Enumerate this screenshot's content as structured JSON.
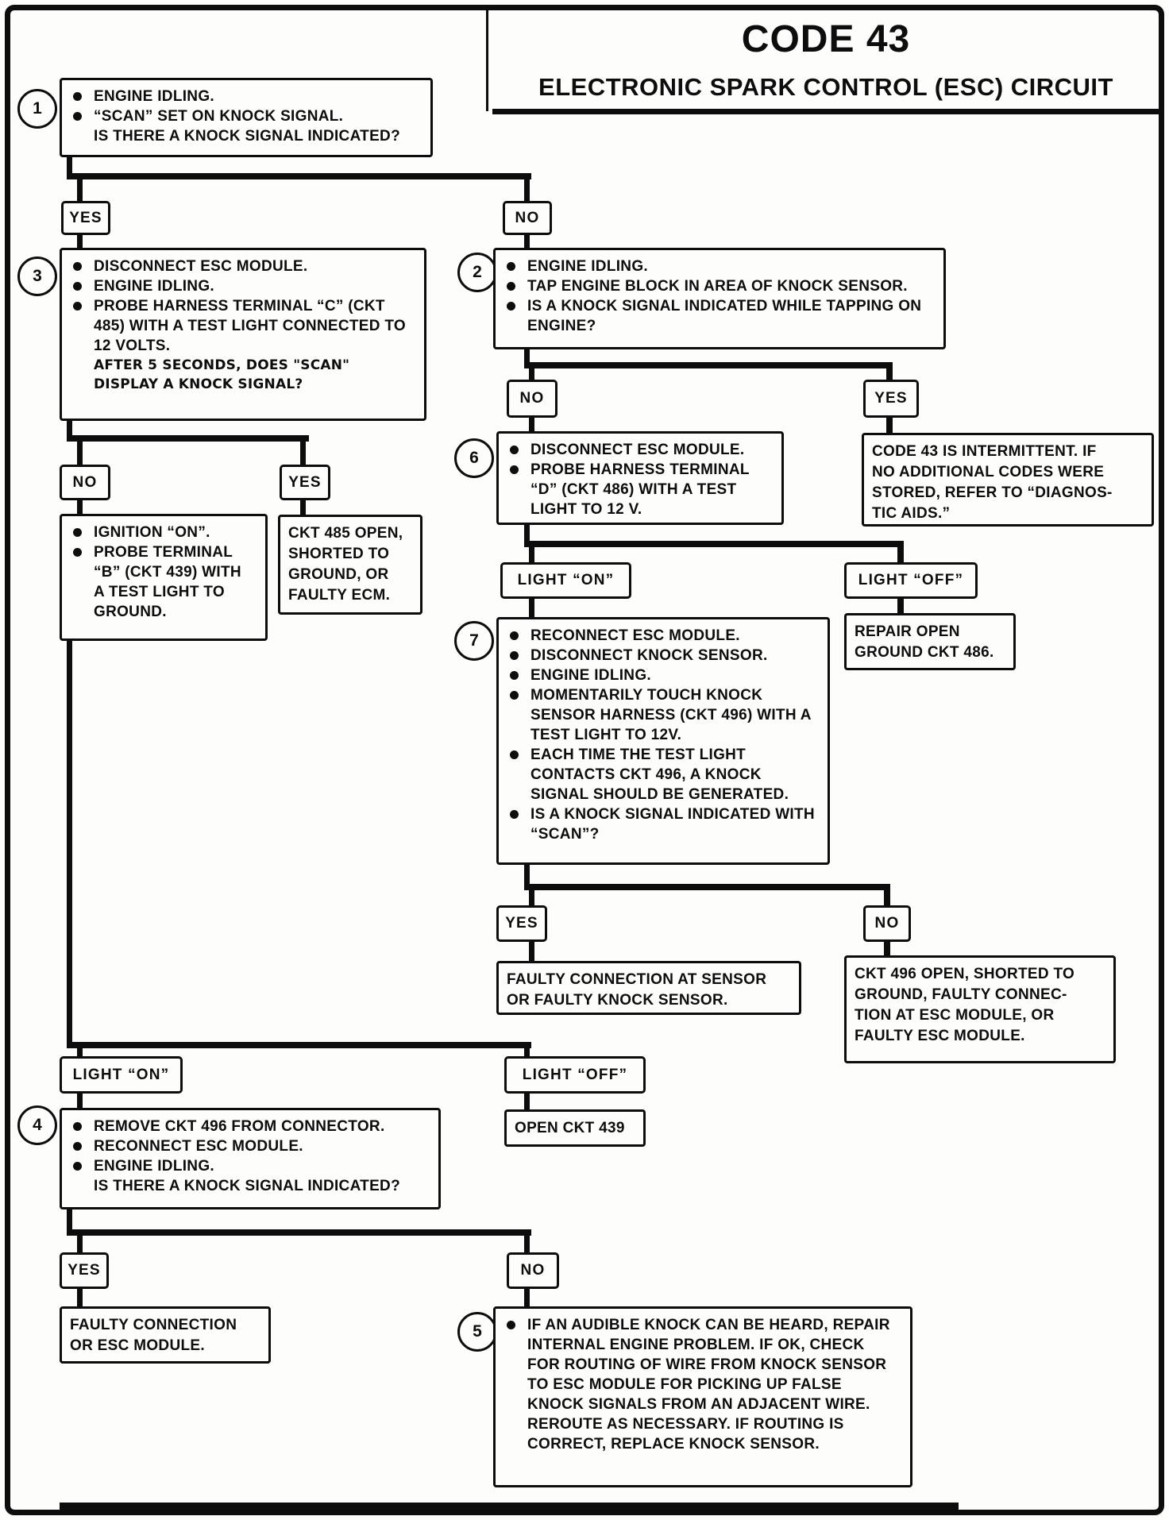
{
  "page": {
    "title": "CODE 43",
    "subtitle": "ELECTRONIC SPARK CONTROL (ESC) CIRCUIT"
  },
  "labels": {
    "yes": "YES",
    "no": "NO",
    "light_on": "LIGHT “ON”",
    "light_off": "LIGHT “OFF”"
  },
  "steps": {
    "step1": {
      "num": "1",
      "bullets": [
        "ENGINE IDLING.",
        "“SCAN” SET ON KNOCK SIGNAL."
      ],
      "question": "IS THERE A KNOCK SIGNAL INDICATED?"
    },
    "step2": {
      "num": "2",
      "bullets": [
        "ENGINE IDLING.",
        "TAP ENGINE BLOCK IN AREA OF KNOCK SENSOR.",
        "IS A KNOCK SIGNAL INDICATED WHILE TAPPING ON ENGINE?"
      ]
    },
    "step3": {
      "num": "3",
      "bullets": [
        "DISCONNECT ESC MODULE.",
        "ENGINE IDLING.",
        "PROBE HARNESS TERMINAL “C”  (CKT 485) WITH A TEST LIGHT CONNECTED TO 12 VOLTS."
      ],
      "question": "AFTER 5 SECONDS, DOES \"SCAN\" DISPLAY A KNOCK SIGNAL?"
    },
    "step4": {
      "num": "4",
      "bullets": [
        "REMOVE CKT 496 FROM CONNECTOR.",
        "RECONNECT ESC MODULE.",
        "ENGINE IDLING."
      ],
      "question": "IS THERE A KNOCK SIGNAL INDICATED?"
    },
    "step5": {
      "num": "5",
      "bullets": [
        "IF AN AUDIBLE KNOCK CAN BE HEARD, REPAIR INTERNAL ENGINE PROBLEM.  IF OK, CHECK FOR ROUTING OF WIRE FROM KNOCK SENSOR TO ESC MODULE FOR PICKING UP FALSE KNOCK SIGNALS FROM AN ADJACENT WIRE.  REROUTE AS NECESSARY.  IF ROUTING IS CORRECT, REPLACE KNOCK SENSOR."
      ]
    },
    "step6": {
      "num": "6",
      "bullets": [
        "DISCONNECT ESC MODULE.",
        "PROBE HARNESS TERMINAL “D” (CKT 486) WITH A TEST LIGHT TO 12 V."
      ]
    },
    "step7": {
      "num": "7",
      "bullets": [
        "RECONNECT ESC MODULE.",
        "DISCONNECT KNOCK SENSOR.",
        "ENGINE IDLING.",
        "MOMENTARILY TOUCH KNOCK SENSOR HARNESS (CKT 496) WITH A TEST LIGHT TO 12V.",
        "EACH TIME THE TEST LIGHT CONTACTS CKT 496, A KNOCK SIGNAL SHOULD BE GENERATED.",
        "IS A KNOCK SIGNAL INDICATED WITH “SCAN”?"
      ]
    },
    "probe_b": {
      "bullets": [
        "IGNITION “ON”.",
        "PROBE TERMINAL “B” (CKT 439) WITH A TEST LIGHT TO GROUND."
      ]
    }
  },
  "results": {
    "ckt485": {
      "lines": [
        "CKT 485 OPEN,",
        "SHORTED TO",
        "GROUND, OR",
        "FAULTY ECM."
      ]
    },
    "intermittent": {
      "lines": [
        "CODE 43 IS INTERMITTENT.  IF",
        "NO ADDITIONAL CODES WERE",
        "STORED, REFER TO “DIAGNOS-",
        "TIC AIDS.”"
      ]
    },
    "repair_ground": {
      "lines": [
        "REPAIR OPEN",
        "GROUND CKT 486."
      ]
    },
    "faulty_sensor": {
      "lines": [
        "FAULTY CONNECTION AT SENSOR",
        "OR FAULTY KNOCK SENSOR."
      ]
    },
    "ckt496": {
      "lines": [
        "CKT 496 OPEN, SHORTED TO",
        "GROUND, FAULTY CONNEC-",
        "TION AT ESC MODULE, OR",
        "FAULTY ESC MODULE."
      ]
    },
    "open_ckt439": "OPEN CKT 439",
    "faulty_esc": {
      "lines": [
        "FAULTY CONNECTION",
        "OR ESC MODULE."
      ]
    }
  }
}
